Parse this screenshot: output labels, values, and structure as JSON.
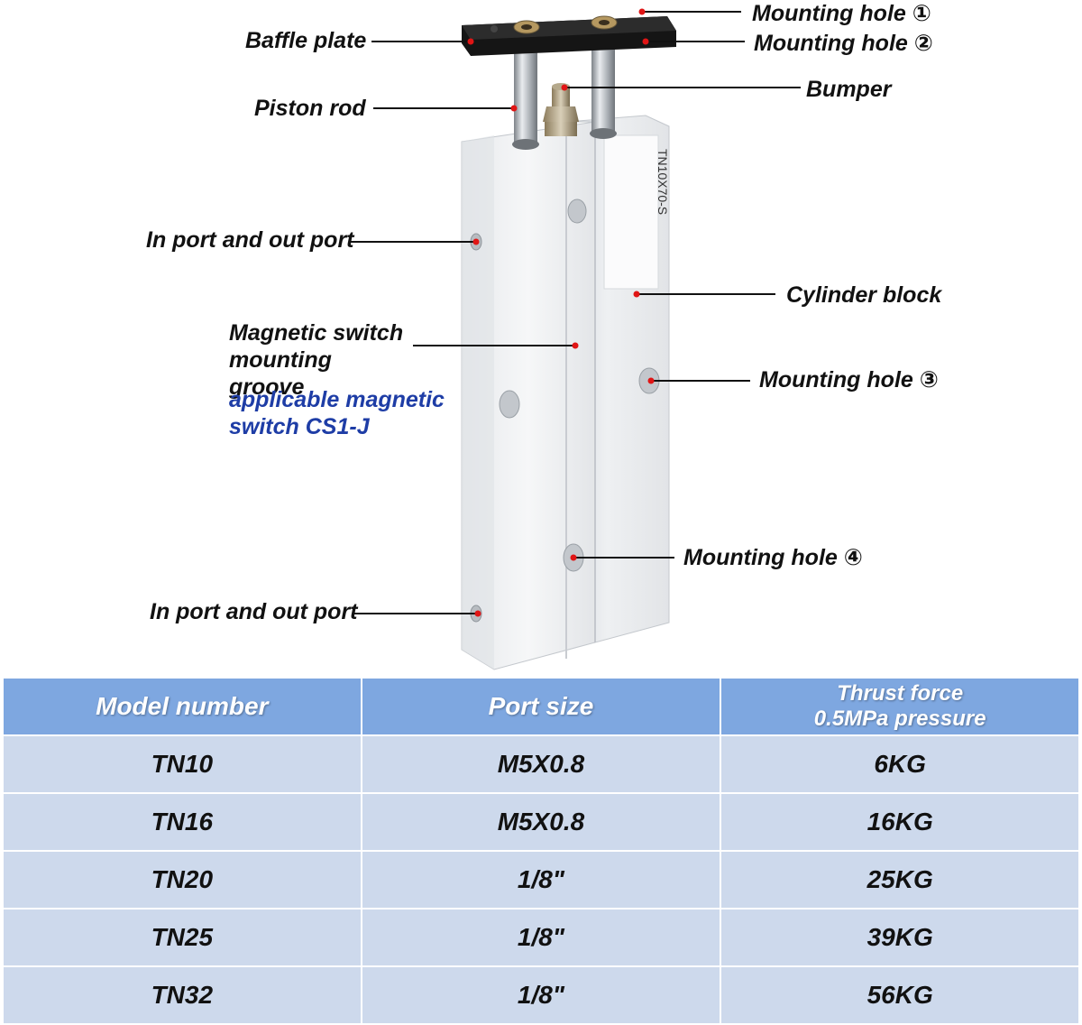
{
  "diagram": {
    "model_stamp": "TN10X70-S",
    "labels": {
      "mounting_hole_1": "Mounting hole ①",
      "mounting_hole_2": "Mounting hole ②",
      "baffle_plate": "Baffle plate",
      "bumper": "Bumper",
      "piston_rod": "Piston rod",
      "port_upper": "In port and out port",
      "cylinder_block": "Cylinder block",
      "magnetic_switch": "Magnetic switch mounting groove",
      "applicable_switch": "applicable magnetic switch CS1-J",
      "mounting_hole_3": "Mounting hole ③",
      "mounting_hole_4": "Mounting hole ④",
      "port_lower": "In port and out port"
    }
  },
  "table": {
    "headers": {
      "model": "Model number",
      "port": "Port size",
      "thrust_line1": "Thrust force",
      "thrust_line2": "0.5MPa pressure"
    },
    "rows": [
      {
        "model": "TN10",
        "port": "M5X0.8",
        "thrust": "6KG"
      },
      {
        "model": "TN16",
        "port": "M5X0.8",
        "thrust": "16KG"
      },
      {
        "model": "TN20",
        "port": "1/8\"",
        "thrust": "25KG"
      },
      {
        "model": "TN25",
        "port": "1/8\"",
        "thrust": "39KG"
      },
      {
        "model": "TN32",
        "port": "1/8\"",
        "thrust": "56KG"
      }
    ]
  }
}
